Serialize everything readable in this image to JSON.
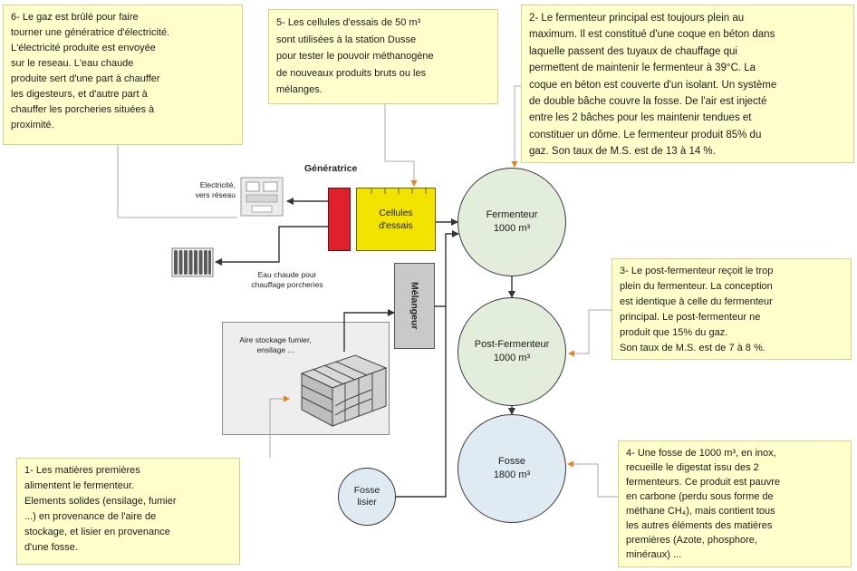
{
  "callouts": {
    "box6": "6- Le gaz est brûlé pour faire\ntourner une génératrice d'électricité.\nL'électricité produite est envoyée\nsur le reseau. L'eau chaude\nproduite sert d'une part à chauffer\nles digesteurs, et d'autre part à\nchauffer les porcheries situées à\nproximité.",
    "box5": "5- Les cellules d'essais de 50 m³\nsont utilisées à la station Dusse\npour tester le pouvoir méthanogène\nde nouveaux produits bruts ou les\nmélanges.",
    "box2": "2- Le fermenteur principal est toujours plein au\nmaximum. Il est constitué d'une coque en béton dans\nlaquelle passent des tuyaux de chauffage qui\npermettent de maintenir le fermenteur à 39°C. La\ncoque en béton est couverte d'un isolant. Un système\nde double bâche couvre la fosse. De l'air est injecté\nentre les 2 bâches pour les maintenir tendues et\nconstituer un dôme. Le fermenteur produit 85% du\ngaz. Son taux de M.S. est de 13 à 14 %.",
    "box3": "3- Le post-fermenteur reçoit le trop\nplein du fermenteur. La conception\nest identique à celle du fermenteur\nprincipal. Le post-fermenteur ne\nproduit que 15% du gaz.\nSon taux de M.S. est de 7 à 8 %.",
    "box4": "4- Une fosse de 1000 m³, en inox,\nrecueille le digestat issu des 2\nfermenteurs. Ce produit est pauvre\nen carbone (perdu sous forme de\nméthane CH₄), mais contient tous\nles autres éléments des matières\npremières (Azote, phosphore,\nminéraux) ...",
    "box1": "1- Les matières premières\nalimentent le fermenteur.\nElements solides (ensilage, fumier\n...) en provenance de l'aire de\nstockage, et lisier en provenance\nd'une fosse."
  },
  "diagram": {
    "generator_label": "Génératrice",
    "cellules_label": "Cellules\nd'essais",
    "electricity_label": "Electricité,\nvers réseau",
    "hot_water_label": "Eau chaude pour\nchauffage porcheries",
    "mixer_label": "Mélangeur",
    "storage_label": "Aire stockage fumier,\nensilage ...",
    "fermenteur": {
      "name": "Fermenteur",
      "volume": "1000 m³"
    },
    "post_fermenteur": {
      "name": "Post-Fermenteur",
      "volume": "1000 m³"
    },
    "fosse": {
      "name": "Fosse",
      "volume": "1800 m³"
    },
    "fosse_lisier": "Fosse\nlisier"
  },
  "icons": {
    "meter": "electric-meter-icon",
    "radiator": "radiator-icon",
    "storage": "storage-building-illustration"
  },
  "colors": {
    "callout_fill": "#ffffcc",
    "generator": "#e0202a",
    "cellules": "#f2e400",
    "fermenteur": "#e3eddb",
    "fosse": "#dfeaf3",
    "mixer": "#c9c9c9",
    "callout_connector_accent": "#e8801e"
  }
}
